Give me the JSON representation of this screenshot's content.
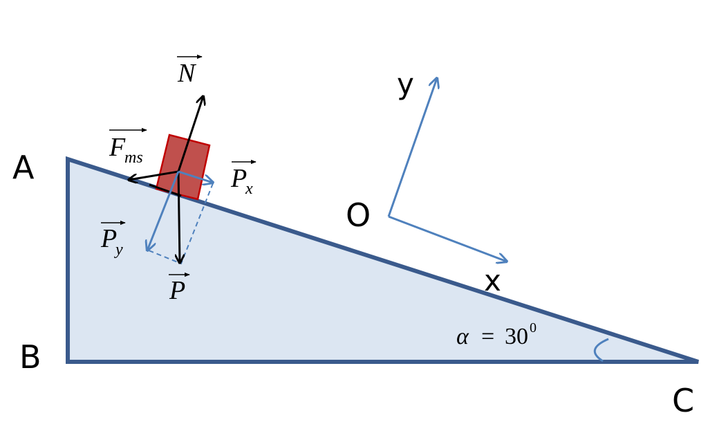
{
  "points": {
    "a": "A",
    "b": "B",
    "c": "C",
    "o": "O"
  },
  "axes": {
    "x": "x",
    "y": "y"
  },
  "forces": {
    "normal": {
      "letter": "N",
      "sub": ""
    },
    "friction": {
      "letter": "F",
      "sub": "ms"
    },
    "weight": {
      "letter": "P",
      "sub": ""
    },
    "px": {
      "letter": "P",
      "sub": "x"
    },
    "py": {
      "letter": "P",
      "sub": "y"
    }
  },
  "angle": {
    "symbol": "α",
    "equals": "=",
    "value": "30",
    "exponent": "0"
  },
  "colors": {
    "incline_fill": "#dce6f2",
    "incline_stroke": "#3a5a8c",
    "block_fill": "#c0504d",
    "block_stroke": "#c00000",
    "component_blue": "#4f81bd",
    "force_black": "#000000"
  }
}
